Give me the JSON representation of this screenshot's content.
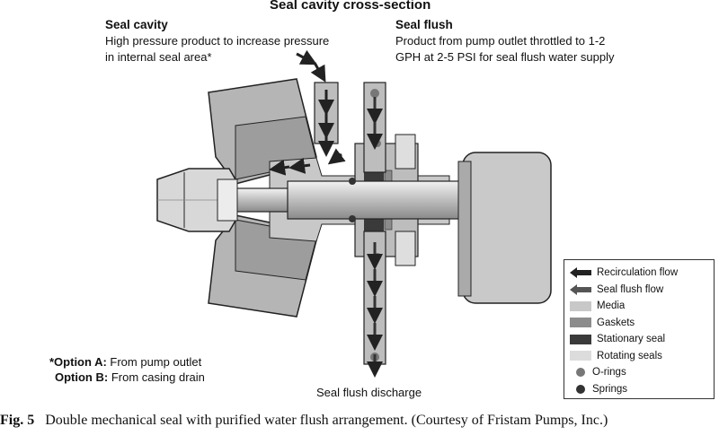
{
  "title": "Seal cavity cross-section",
  "seal_cavity": {
    "heading": "Seal cavity",
    "line1": "High pressure product to increase pressure",
    "line2": "in internal seal area*"
  },
  "seal_flush": {
    "heading": "Seal flush",
    "line1": "Product from pump outlet throttled to 1-2",
    "line2": "GPH at 2-5 PSI for seal flush water supply"
  },
  "options": {
    "a_label": "*Option A:",
    "a_text": " From pump outlet",
    "b_label": "Option B:",
    "b_text": " From casing drain"
  },
  "discharge_label": "Seal flush discharge",
  "legend": [
    {
      "label": "Recirculation flow",
      "kind": "arrow",
      "color": "#222222"
    },
    {
      "label": "Seal flush flow",
      "kind": "arrow",
      "color": "#555555"
    },
    {
      "label": "Media",
      "kind": "swatch",
      "color": "#c8c8c8"
    },
    {
      "label": "Gaskets",
      "kind": "swatch",
      "color": "#8c8c8c"
    },
    {
      "label": "Stationary seal",
      "kind": "swatch",
      "color": "#3a3a3a"
    },
    {
      "label": "Rotating seals",
      "kind": "swatch",
      "color": "#dcdcdc"
    },
    {
      "label": "O-rings",
      "kind": "dot",
      "color": "#777777"
    },
    {
      "label": "Springs",
      "kind": "dot",
      "color": "#333333"
    }
  ],
  "caption": {
    "label": "Fig. 5",
    "text": "Double mechanical seal with purified water flush arrangement. (Courtesy of Fristam Pumps, Inc.)"
  }
}
